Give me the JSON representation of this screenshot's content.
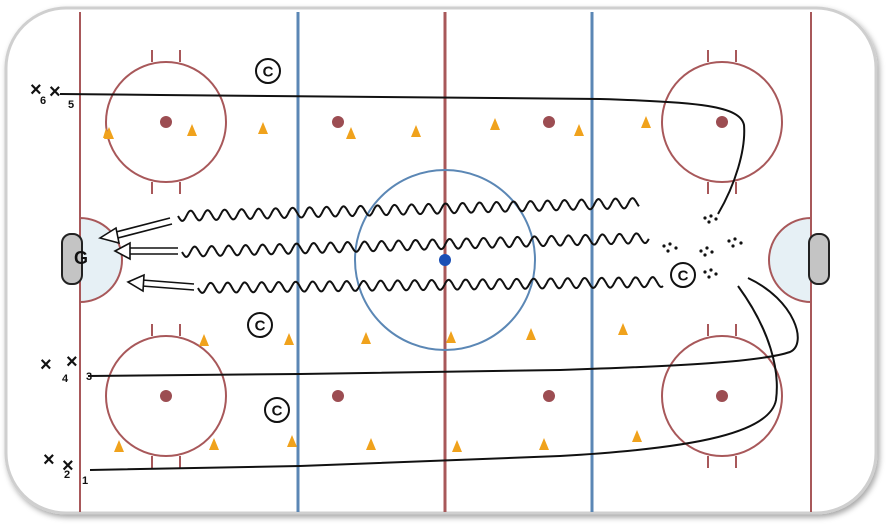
{
  "rink": {
    "colors": {
      "board": "#c9c9c9",
      "ice": "#ffffff",
      "red_line": "#a8585a",
      "blue_line": "#5b87b5",
      "center_dot": "#1a4fb5",
      "faceoff_dot": "#9c4d52",
      "crease": "#e6f0f5",
      "cone": "#f0a21c",
      "path": "#111111"
    }
  },
  "players": [
    {
      "symbol": "×",
      "number": "6"
    },
    {
      "symbol": "×",
      "number": "5"
    },
    {
      "symbol": "×",
      "number": "4"
    },
    {
      "symbol": "×",
      "number": "3"
    },
    {
      "symbol": "×",
      "number": "2"
    },
    {
      "symbol": "×",
      "number": "1"
    }
  ],
  "coaches": [
    {
      "label": "C"
    },
    {
      "label": "C"
    },
    {
      "label": "C"
    },
    {
      "label": "C"
    }
  ],
  "goalie": {
    "label": "G"
  }
}
